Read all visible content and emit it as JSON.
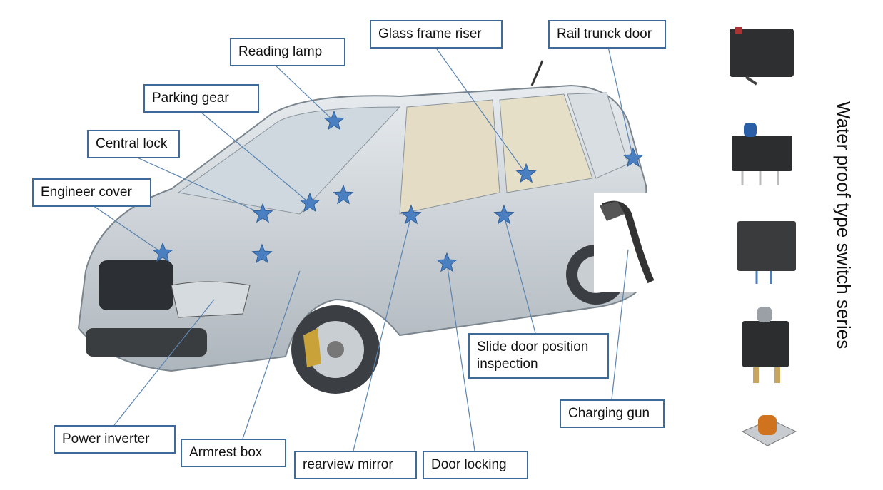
{
  "labels": {
    "reading_lamp": "Reading lamp",
    "glass_frame_riser": "Glass frame riser",
    "rail_trunck_door": "Rail trunck door",
    "parking_gear": "Parking gear",
    "central_lock": "Central lock",
    "engineer_cover": "Engineer cover",
    "slide_door_line1": "Slide door position",
    "slide_door_line2": "inspection",
    "charging_gun": "Charging gun",
    "power_inverter": "Power inverter",
    "armrest_box": "Armrest box",
    "rearview_mirror": "rearview mirror",
    "door_locking": "Door locking"
  },
  "series_title": "Water proof type switch series",
  "colors": {
    "box_border": "#3d6a98",
    "star": "#4a7fc1",
    "leader": "#5b84b0"
  }
}
